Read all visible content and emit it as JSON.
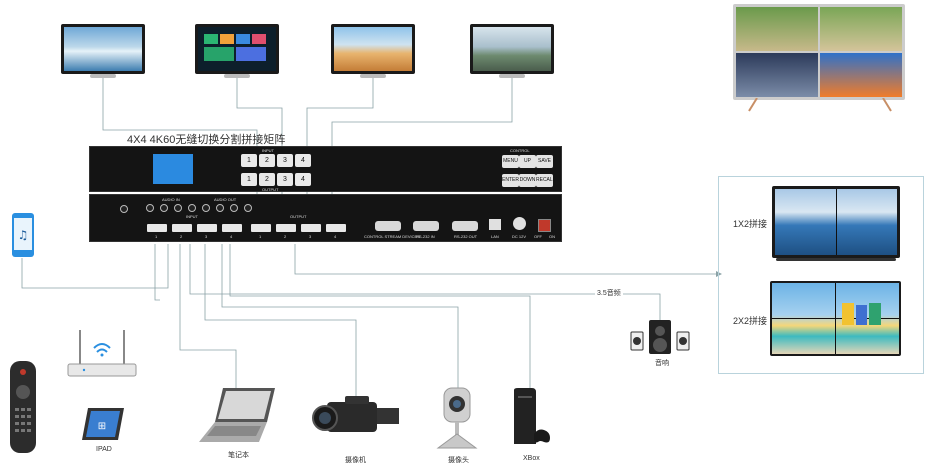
{
  "matrix": {
    "title": "4X4 4K60无缝切换分割拼接矩阵",
    "input_label": "INPUT",
    "output_label": "OUTPUT",
    "control_label": "CONTROL",
    "input_keys": [
      "1",
      "2",
      "3",
      "4"
    ],
    "output_keys": [
      "1",
      "2",
      "3",
      "4"
    ],
    "control_keys": [
      "MENU",
      "UP",
      "SAVE",
      "ENTER",
      "DOWN",
      "RECALL"
    ]
  },
  "rear": {
    "audio_in": "AUDIO IN",
    "audio_out": "AUDIO OUT",
    "input": "INPUT",
    "output": "OUTPUT",
    "port_labels": [
      "CONTROL STREAM DEVICES",
      "RS-232 IN",
      "RS-232 OUT",
      "LAN",
      "DC 12V",
      "OFF",
      "ON"
    ],
    "input_nums": [
      "1",
      "2",
      "3",
      "4"
    ],
    "output_nums": [
      "1",
      "2",
      "3",
      "4"
    ]
  },
  "labels": {
    "splice_1x2": "1X2拼接",
    "splice_2x2": "2X2拼接",
    "audio_line": "3.5音频",
    "speaker": "音响",
    "ipad": "IPAD",
    "laptop": "笔记本",
    "camcorder": "摄像机",
    "webcam": "摄像头",
    "xbox": "XBox"
  },
  "colors": {
    "panel": "#141414",
    "line": "#7f9a9e",
    "frame": "#b9d3dc",
    "lcd": "#2b8ae0"
  }
}
